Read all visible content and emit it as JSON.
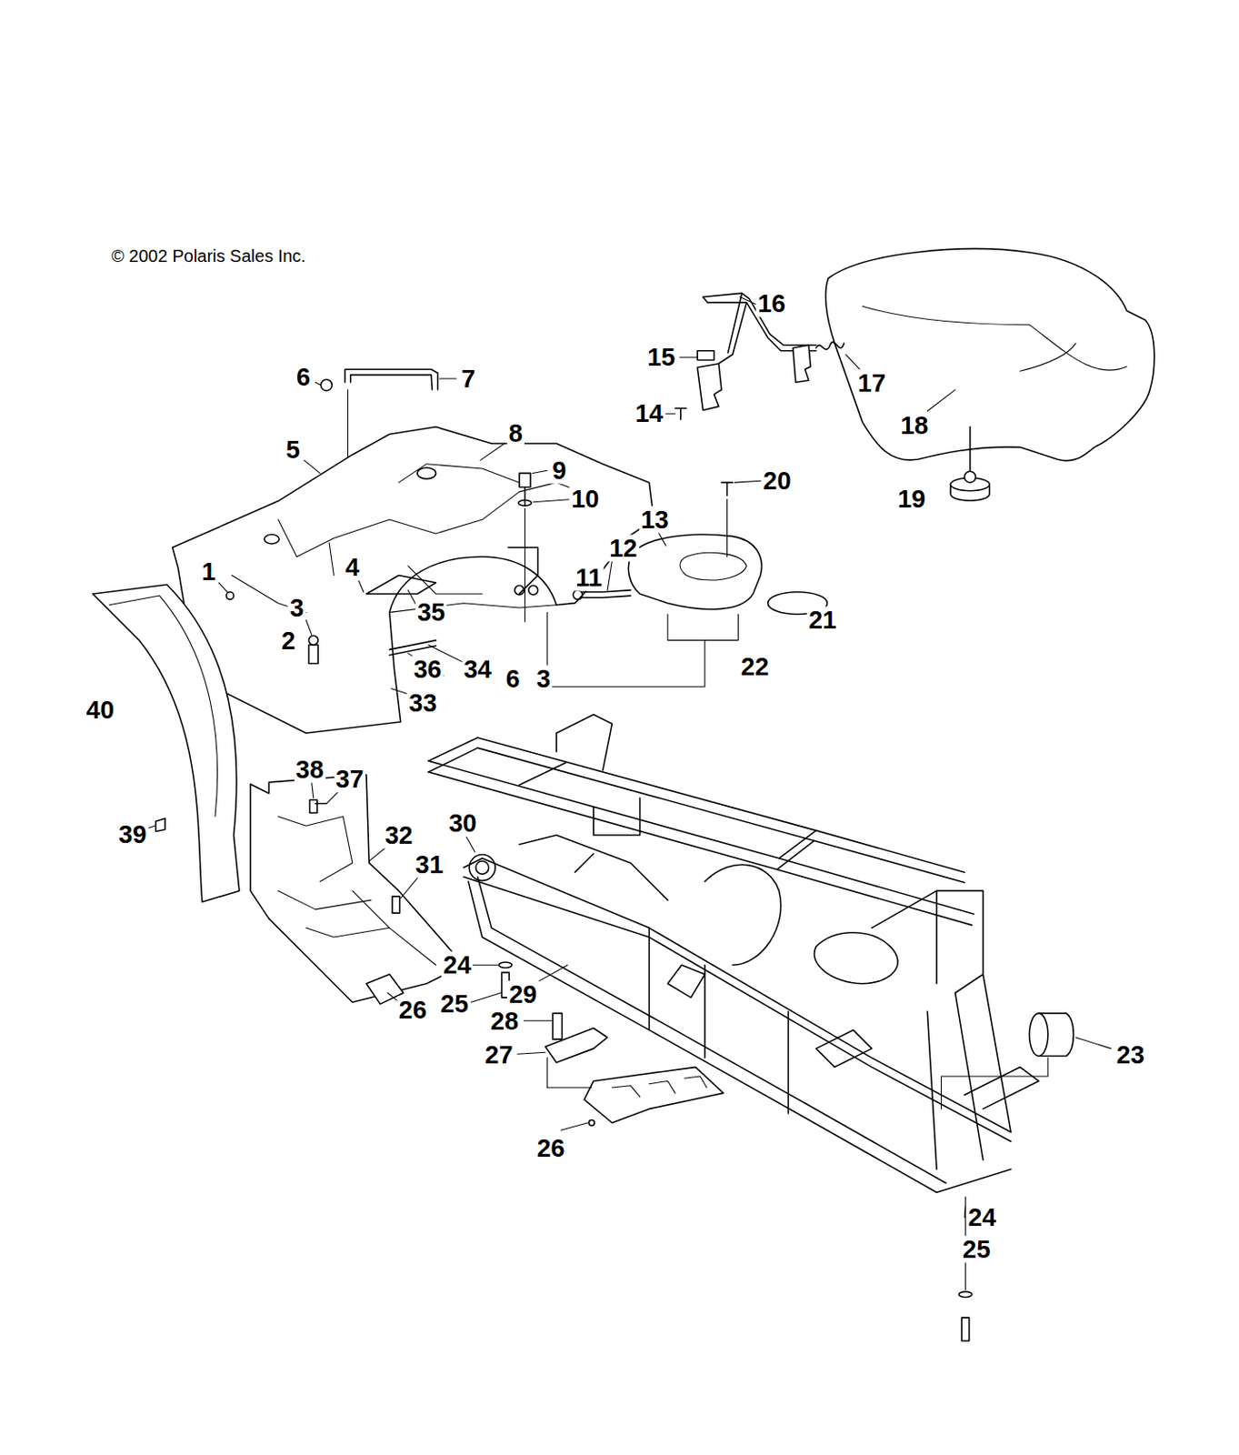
{
  "diagram": {
    "labels": [
      "© 2002 Polaris Sales Inc.",
      "16",
      "15",
      "14",
      "17",
      "18",
      "19",
      "6",
      "7",
      "8",
      "5",
      "9",
      "10",
      "20",
      "13",
      "12",
      "11",
      "1",
      "4",
      "35",
      "3",
      "2",
      "21",
      "6",
      "3",
      "22",
      "36",
      "34",
      "40",
      "33",
      "38",
      "37",
      "39",
      "30",
      "32",
      "31",
      "24",
      "25",
      "29",
      "26",
      "28",
      "27",
      "23",
      "26",
      "24",
      "25"
    ]
  }
}
